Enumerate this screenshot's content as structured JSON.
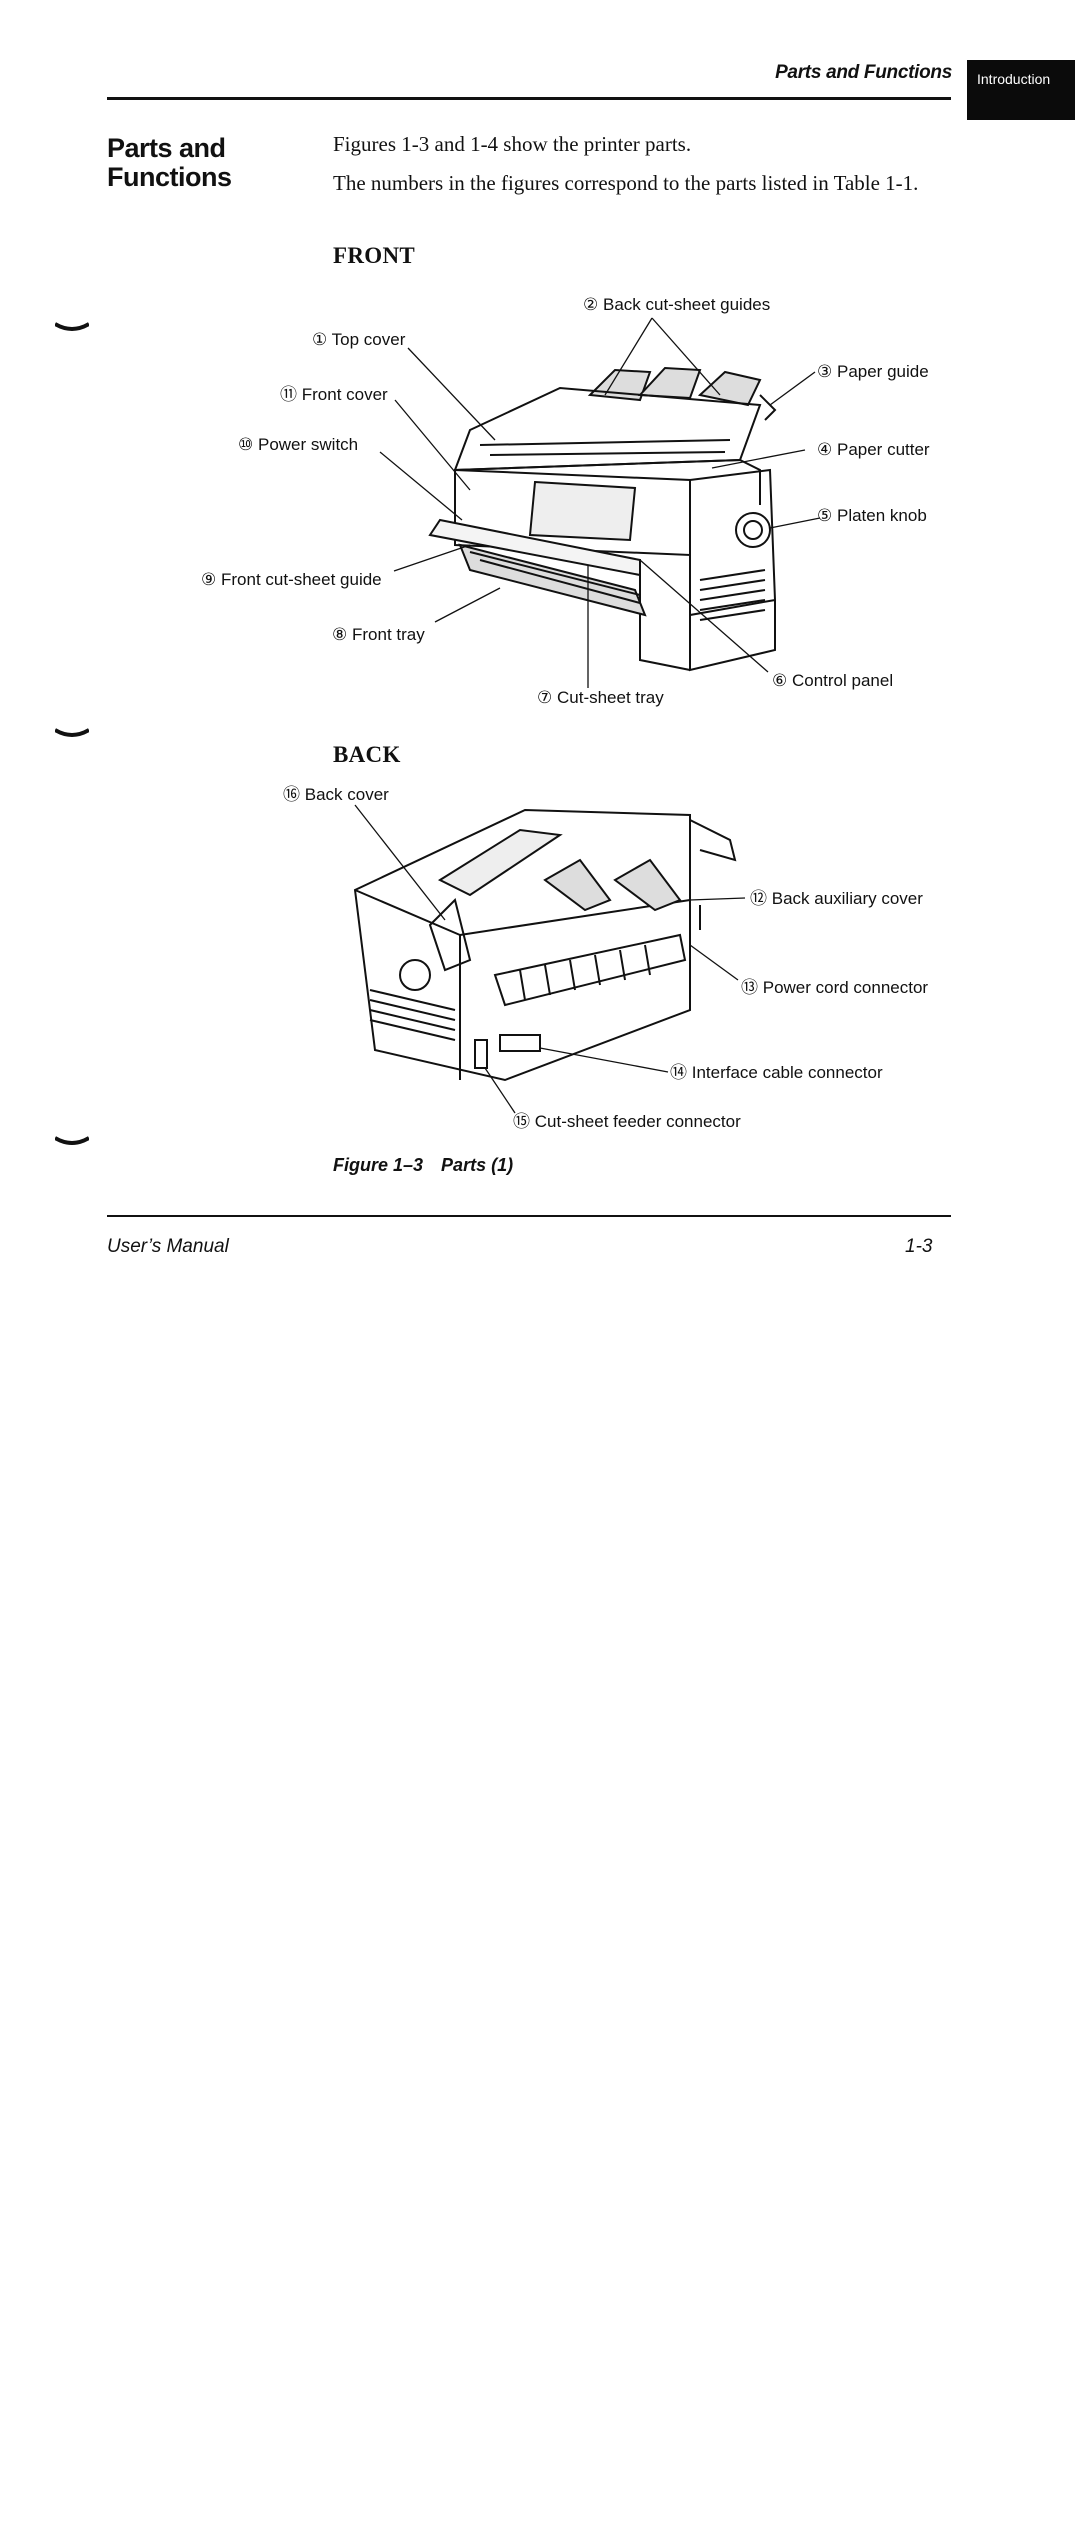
{
  "header": {
    "title": "Parts and Functions",
    "tab_label": "Introduction"
  },
  "sidebar": {
    "title_line1": "Parts and",
    "title_line2": "Functions"
  },
  "body": {
    "line1": "Figures 1-3 and 1-4 show the printer parts.",
    "line2": "The numbers in the figures correspond to the parts listed in Table 1-1."
  },
  "front": {
    "heading": "FRONT",
    "labels": [
      {
        "num": "①",
        "text": "Top cover"
      },
      {
        "num": "②",
        "text": "Back cut-sheet guides"
      },
      {
        "num": "③",
        "text": "Paper guide"
      },
      {
        "num": "④",
        "text": "Paper cutter"
      },
      {
        "num": "⑤",
        "text": "Platen knob"
      },
      {
        "num": "⑥",
        "text": "Control panel"
      },
      {
        "num": "⑦",
        "text": "Cut-sheet tray"
      },
      {
        "num": "⑧",
        "text": "Front tray"
      },
      {
        "num": "⑨",
        "text": "Front cut-sheet guide"
      },
      {
        "num": "⑩",
        "text": "Power switch"
      },
      {
        "num": "⑪",
        "text": "Front cover"
      }
    ]
  },
  "back": {
    "heading": "BACK",
    "labels": [
      {
        "num": "⑯",
        "text": "Back cover"
      },
      {
        "num": "⑫",
        "text": "Back auxiliary cover"
      },
      {
        "num": "⑬",
        "text": "Power cord connector"
      },
      {
        "num": "⑭",
        "text": "Interface cable connector"
      },
      {
        "num": "⑮",
        "text": "Cut-sheet feeder connector"
      }
    ]
  },
  "figure": {
    "number": "Figure 1–3",
    "title": "Parts (1)"
  },
  "footer": {
    "left": "User’s Manual",
    "right": "1-3"
  }
}
